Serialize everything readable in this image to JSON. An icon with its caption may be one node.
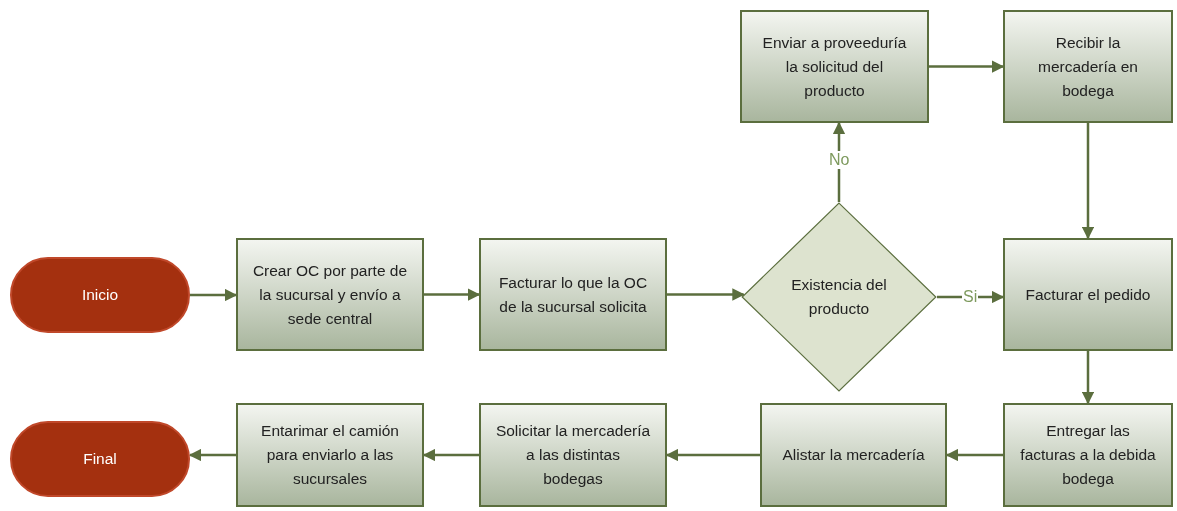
{
  "diagram": {
    "nodes": [
      {
        "text": [
          "Inicio"
        ]
      },
      {
        "text": [
          "Crear OC por parte de la sucursal y envío a sede central"
        ]
      },
      {
        "text": [
          "Facturar lo que la OC de la sucursal solicita"
        ]
      },
      {
        "text": [
          "Existencia del producto"
        ]
      },
      {
        "text": [
          "Enviar a proveeduría la solicitud del producto"
        ]
      },
      {
        "text": [
          "Recibir la mercadería en bodega"
        ]
      },
      {
        "text": [
          "Facturar el pedido"
        ]
      },
      {
        "text": [
          "Entregar las facturas a la debida bodega"
        ]
      },
      {
        "text": [
          "Alistar la mercadería"
        ]
      },
      {
        "text": [
          "Solicitar la mercadería a las distintas bodegas"
        ]
      },
      {
        "text": [
          "Entarimar el camión para enviarlo a las sucursales"
        ]
      },
      {
        "text": [
          "Final"
        ]
      }
    ],
    "edges": [
      {
        "from": 0,
        "to": 1,
        "arrow": "to"
      },
      {
        "from": 1,
        "to": 2,
        "arrow": "to"
      },
      {
        "from": 2,
        "to": 3,
        "arrow": "to"
      },
      {
        "from": 3,
        "to": 4,
        "arrow": "to",
        "label": "No"
      },
      {
        "from": 3,
        "to": 6,
        "arrow": "to",
        "label": "Si"
      },
      {
        "from": 4,
        "to": 5,
        "arrow": "to"
      },
      {
        "from": 5,
        "to": 6,
        "arrow": "to"
      },
      {
        "from": 6,
        "to": 7,
        "arrow": "to"
      },
      {
        "from": 7,
        "to": 8,
        "arrow": "to"
      },
      {
        "from": 8,
        "to": 9,
        "arrow": "to"
      },
      {
        "from": 9,
        "to": 10,
        "arrow": "to"
      },
      {
        "from": 10,
        "to": 11,
        "arrow": "to"
      }
    ]
  }
}
